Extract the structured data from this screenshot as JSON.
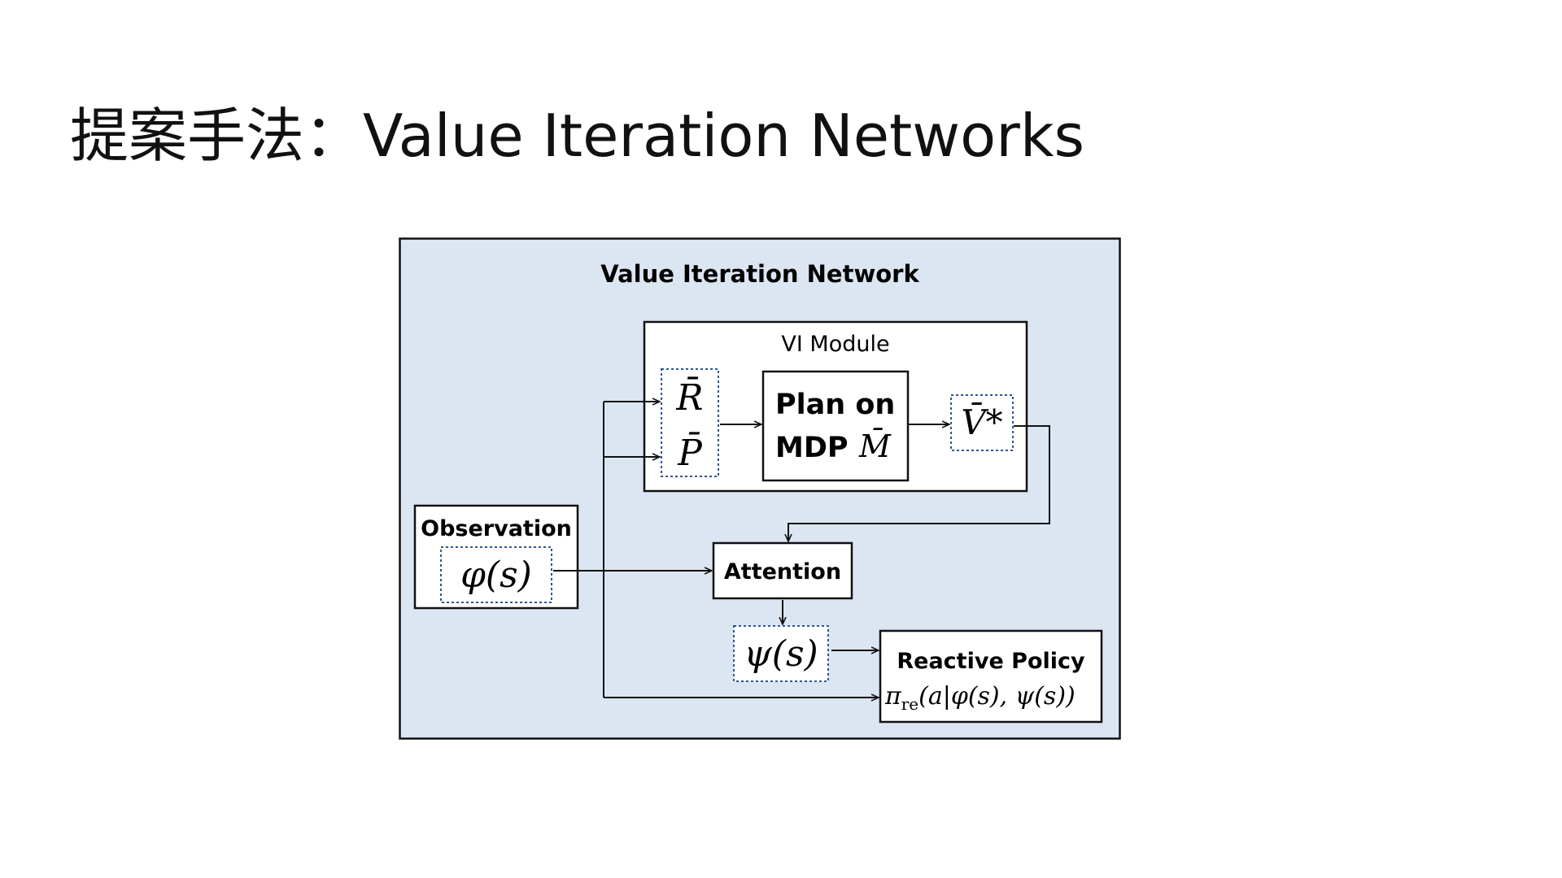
{
  "slide": {
    "title": "提案手法：Value Iteration Networks"
  },
  "diagram": {
    "outer_title": "Value Iteration Network",
    "vi_module": {
      "label": "VI Module",
      "r_bar": "R̄",
      "p_bar": "P̄",
      "plan_line1": "Plan on",
      "plan_line2_text": "MDP",
      "plan_line2_math": "M̄",
      "v_star": "V̄*"
    },
    "observation": {
      "label": "Observation",
      "phi": "φ(s)"
    },
    "attention": {
      "label": "Attention"
    },
    "psi": "ψ(s)",
    "reactive_policy": {
      "label": "Reactive Policy",
      "pi": "π",
      "pi_sub": "re",
      "pi_args": "(a|φ(s), ψ(s))"
    },
    "colors": {
      "background_panel": "#dce6f2",
      "box_fill": "#ffffff",
      "stroke": "#111111",
      "dotted_border": "#2f5597"
    }
  }
}
